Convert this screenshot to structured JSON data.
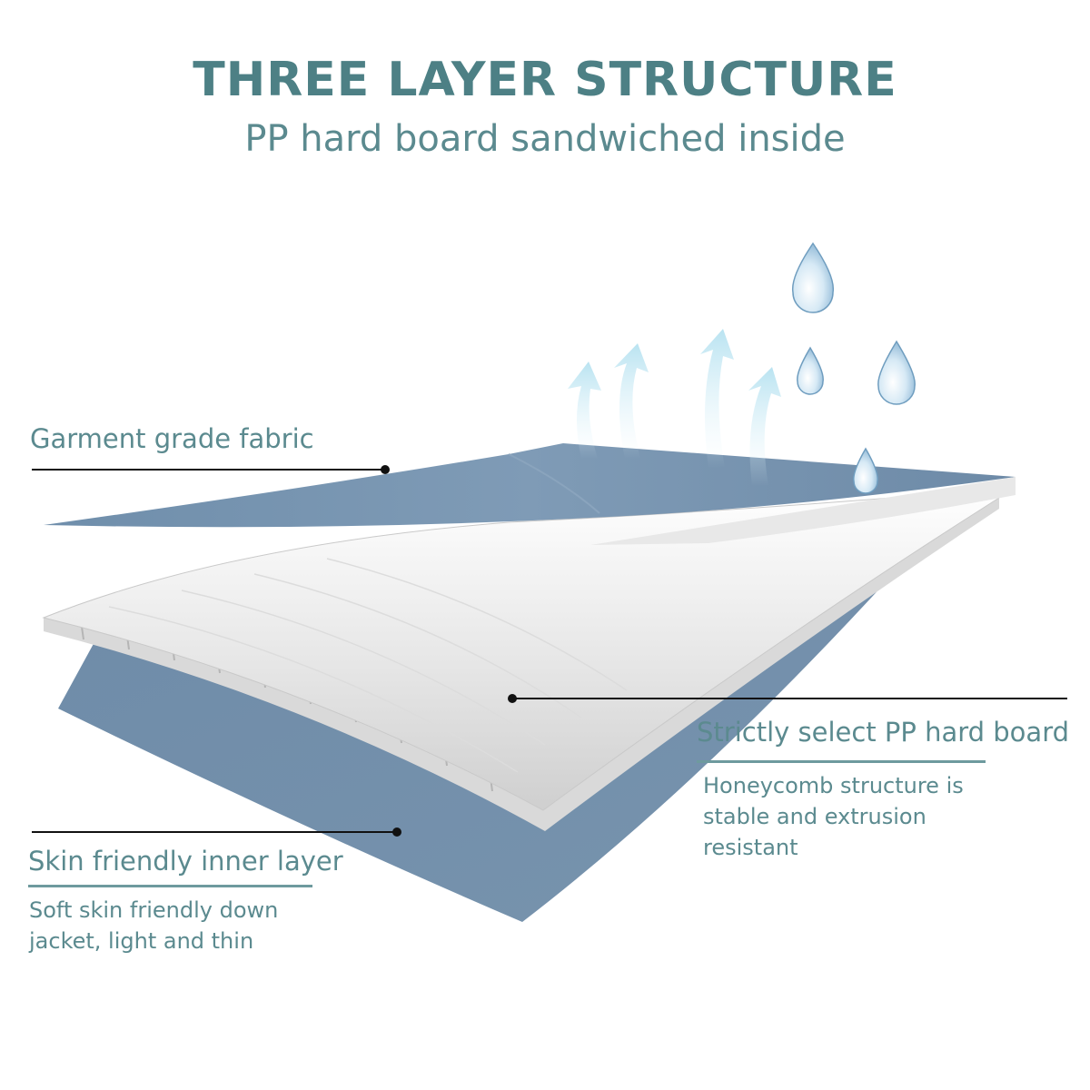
{
  "header": {
    "title": "THREE LAYER STRUCTURE",
    "subtitle": "PP hard board sandwiched inside"
  },
  "layers": {
    "top": {
      "label": "Garment grade fabric"
    },
    "middle": {
      "label": "Strictly select PP hard board",
      "description": "Honeycomb structure is stable and extrusion resistant"
    },
    "bottom": {
      "label": "Skin friendly inner layer",
      "description": "Soft skin friendly down jacket, light and thin"
    }
  },
  "colors": {
    "title": "#4d8085",
    "text": "#5b8a8f",
    "fabric": "#7591ac",
    "board": "#f2f2f2",
    "leader": "#111111"
  },
  "icons": [
    "water-drop-icon",
    "breathable-arrow-icon"
  ]
}
